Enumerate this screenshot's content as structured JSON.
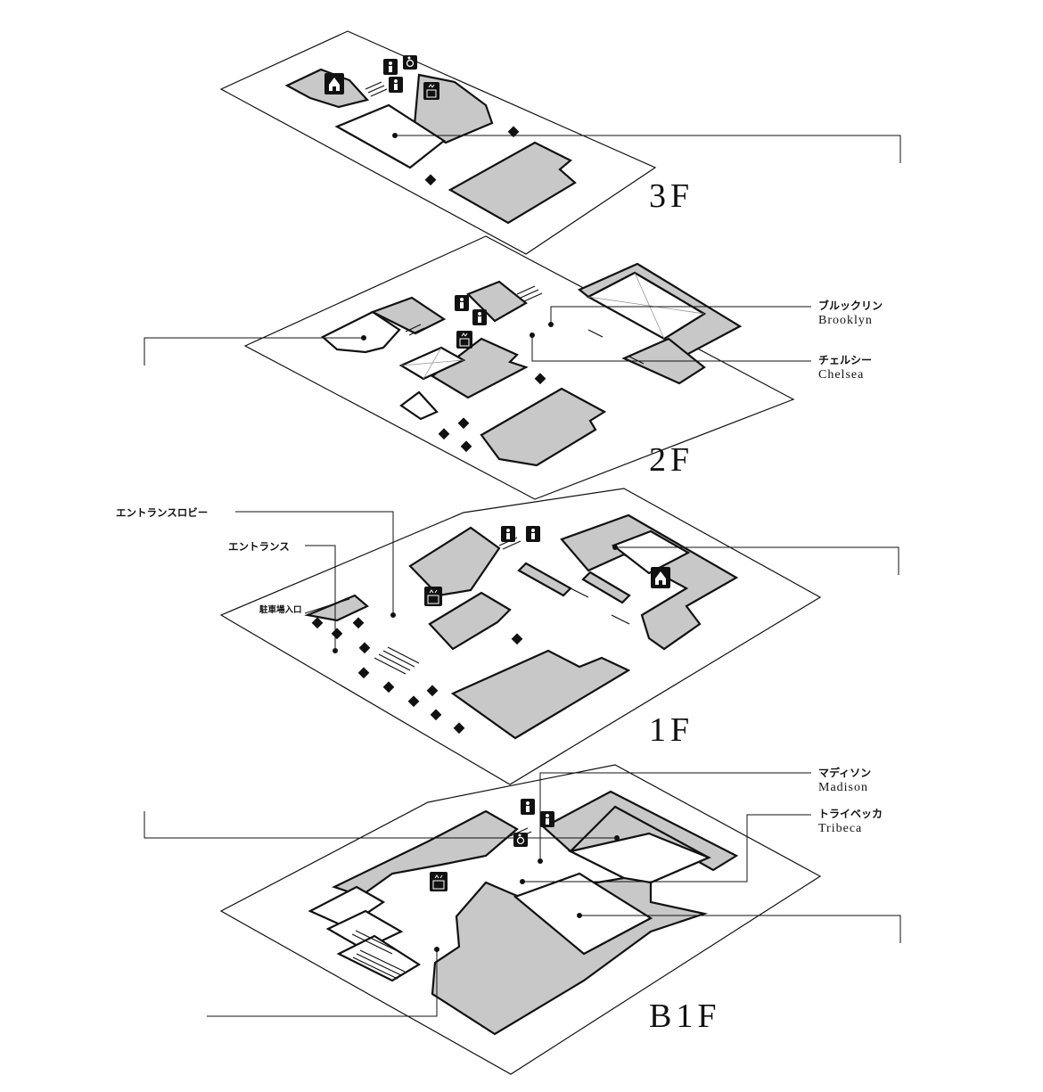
{
  "floors": {
    "f3": "3F",
    "f2": "2F",
    "f1": "1F",
    "b1": "B1F"
  },
  "rooms": {
    "brooklyn": {
      "jp": "ブルックリン",
      "en": "Brooklyn"
    },
    "chelsea": {
      "jp": "チェルシー",
      "en": "Chelsea"
    },
    "madison": {
      "jp": "マディソン",
      "en": "Madison"
    },
    "tribeca": {
      "jp": "トライベッカ",
      "en": "Tribeca"
    }
  },
  "areas": {
    "entrance_lobby": "エントランスロビー",
    "entrance": "エントランス",
    "parking_entrance": "駐車場入口"
  },
  "icons": [
    "restroom-icon",
    "wheelchair-icon",
    "elevator-icon",
    "chapel-icon"
  ],
  "colors": {
    "line": "#111111",
    "fill_gray": "#c8c8c8",
    "background": "#ffffff"
  }
}
